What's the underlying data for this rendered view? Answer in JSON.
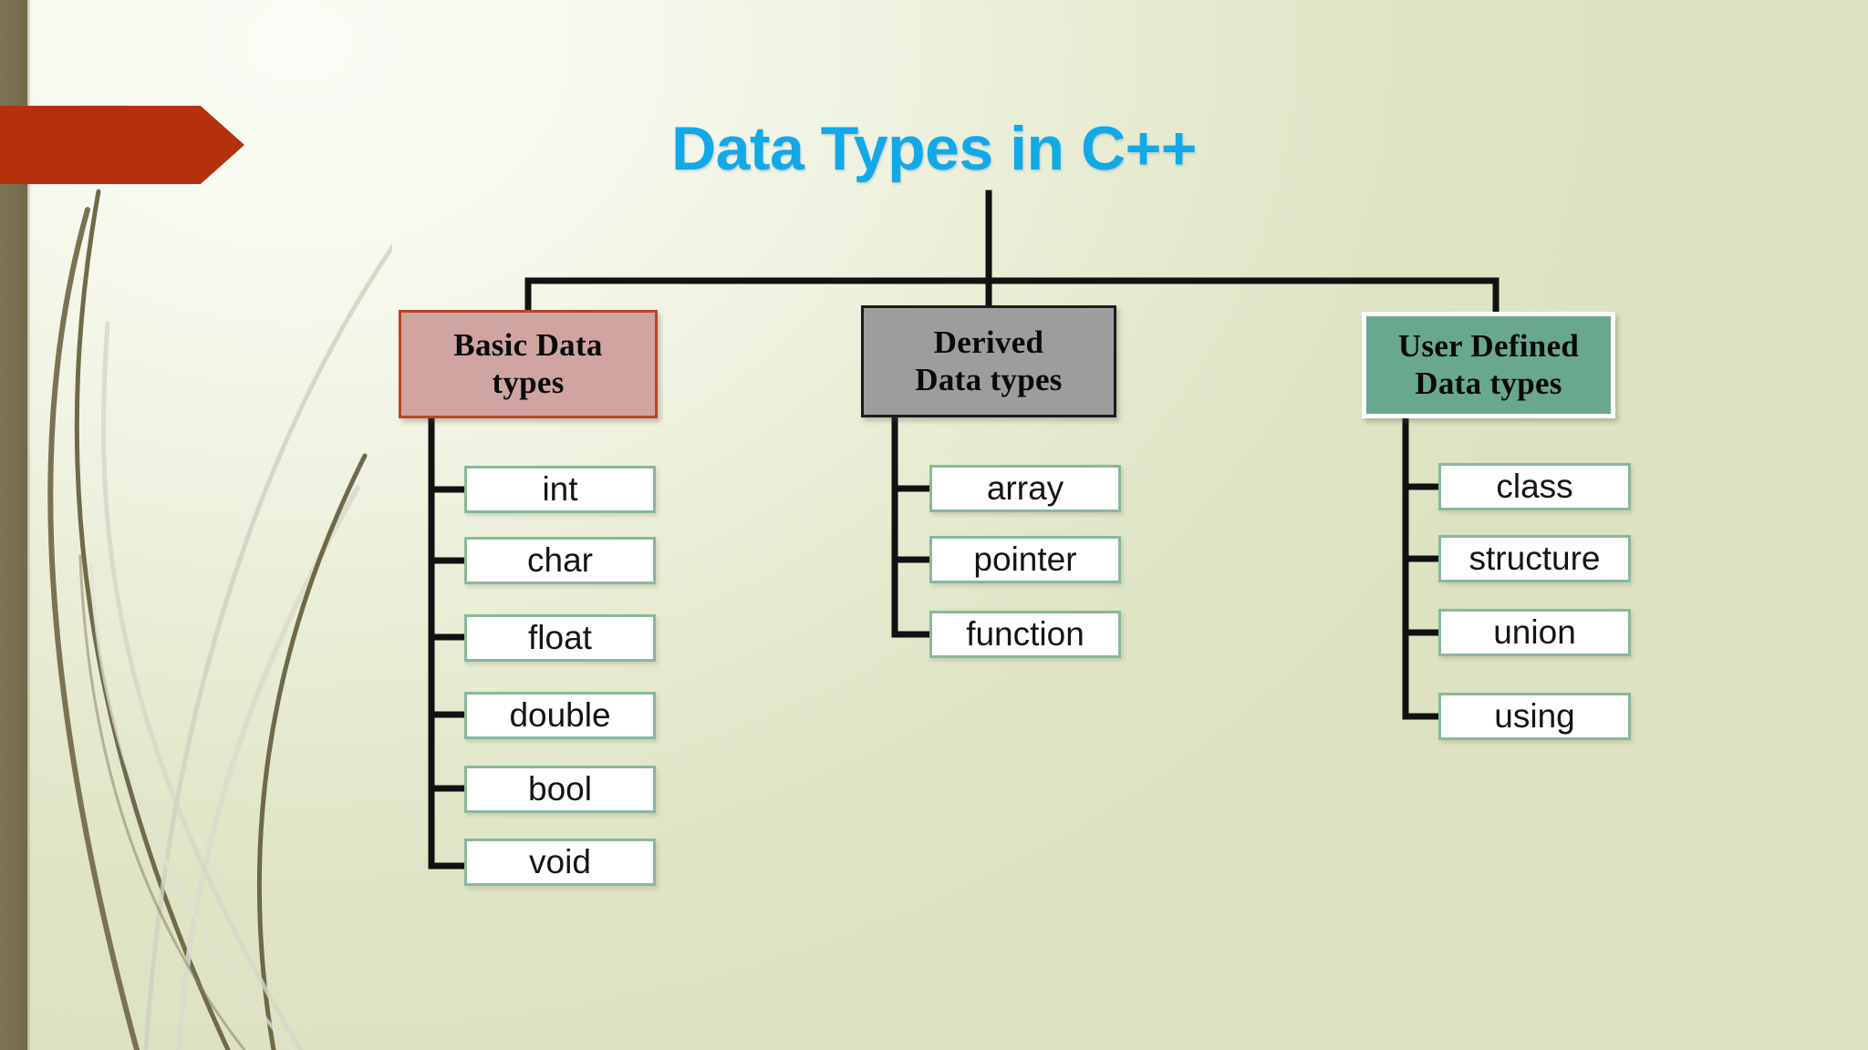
{
  "slide": {
    "title": "Data Types in C++",
    "title_color": "#12a9e8",
    "background_color_light": "#f8faef",
    "background_color_dark": "#dee4c4",
    "accent_banner_color": "#b5310e",
    "left_band_color": "#776f4e"
  },
  "tree": {
    "root_label": "Data Types in C++",
    "branches": [
      {
        "id": "basic",
        "label": "Basic Data\ntypes",
        "label_line1": "Basic Data",
        "label_line2": "types",
        "fill": "#cfa4a1",
        "border": "#b5472a",
        "children": [
          "int",
          "char",
          "float",
          "double",
          "bool",
          "void"
        ]
      },
      {
        "id": "derived",
        "label": "Derived\nData types",
        "label_line1": "Derived",
        "label_line2": "Data types",
        "fill": "#9d9d9d",
        "border": "#1b1b1b",
        "children": [
          "array",
          "pointer",
          "function"
        ]
      },
      {
        "id": "user-defined",
        "label": "User Defined\nData types",
        "label_line1": "User Defined",
        "label_line2": "Data types",
        "fill": "#69a88e",
        "border": "#ffffff",
        "children": [
          "class",
          "structure",
          "union",
          "using"
        ]
      }
    ],
    "leaf_fill": "#ffffff",
    "leaf_border": "#88b89c",
    "connector_color": "#111111"
  }
}
